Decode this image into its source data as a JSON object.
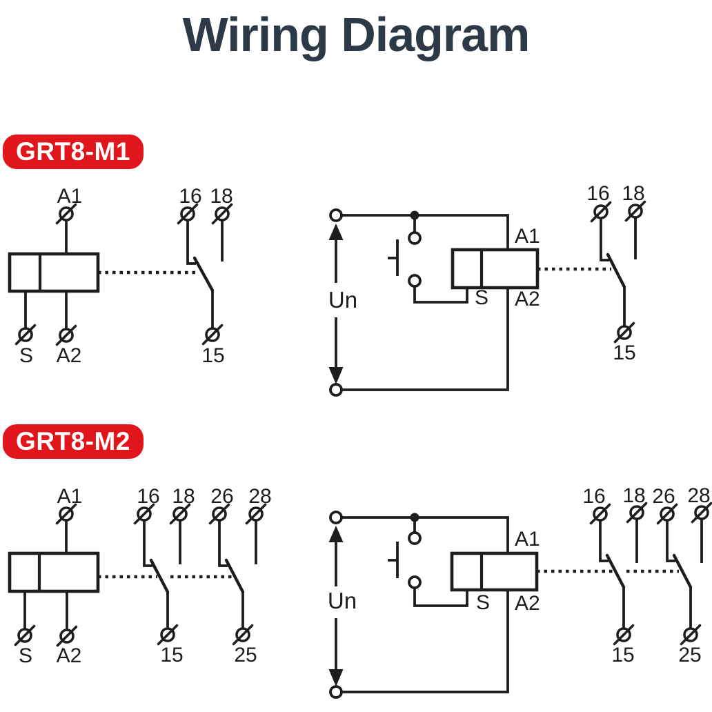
{
  "title": "Wiring Diagram",
  "badges": {
    "m1": "GRT8-M1",
    "m2": "GRT8-M2"
  },
  "colors": {
    "title_text": "#2e3947",
    "badge_background": "#e1151c",
    "badge_text": "#ffffff",
    "line": "#1d1d1b",
    "background": "#ffffff"
  },
  "diagrams": {
    "m1_simple": {
      "a1": "A1",
      "s": "S",
      "a2": "A2",
      "t16": "16",
      "t18": "18",
      "t15": "15"
    },
    "m1_wired": {
      "un": "Un",
      "a1": "A1",
      "s": "S",
      "a2": "A2",
      "t16": "16",
      "t18": "18",
      "t15": "15"
    },
    "m2_simple": {
      "a1": "A1",
      "s": "S",
      "a2": "A2",
      "t16": "16",
      "t18": "18",
      "t26": "26",
      "t28": "28",
      "t15": "15",
      "t25": "25"
    },
    "m2_wired": {
      "un": "Un",
      "a1": "A1",
      "s": "S",
      "a2": "A2",
      "t16": "16",
      "t18": "18",
      "t26": "26",
      "t28": "28",
      "t15": "15",
      "t25": "25"
    }
  }
}
